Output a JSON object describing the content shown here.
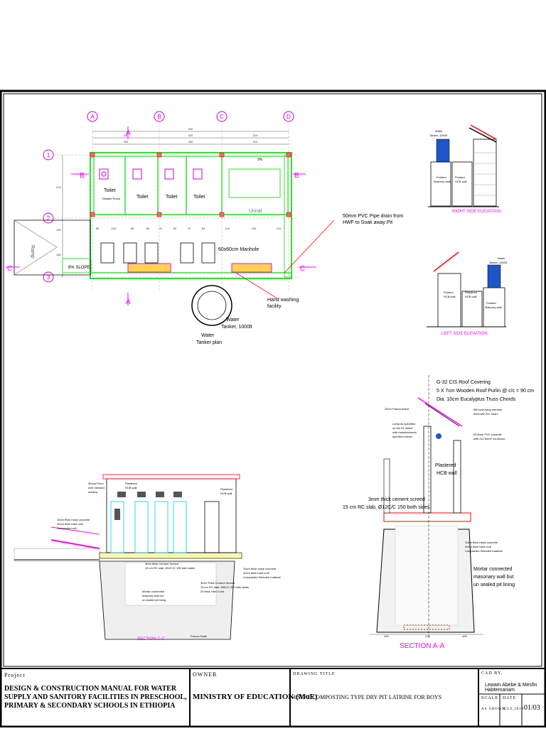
{
  "plan": {
    "grid": {
      "a": "A",
      "b": "B",
      "c": "C",
      "d": "D",
      "one": "1",
      "two": "2",
      "three": "3"
    },
    "section_marks": {
      "a": "A",
      "b": "B",
      "c": "C"
    },
    "dims_top": {
      "row1": [
        "940"
      ],
      "row2": [
        "330",
        "320",
        "310"
      ],
      "row3": [
        "300",
        "280",
        "310"
      ]
    },
    "dims_bottom": [
      "80",
      "150",
      "80",
      "80",
      "70",
      "80",
      "70",
      "80",
      "110",
      "130",
      "115"
    ],
    "dims_left": [
      "375",
      "190",
      "150"
    ],
    "rooms": {
      "toilet1": "Toilet",
      "disable": "Disable Room",
      "toilet2": "Toilet",
      "toilet3": "Toilet",
      "toilet4": "Toilet",
      "urinal": "Urinal"
    },
    "ramp": "Ramp",
    "slope": "8% SLOPE",
    "manhole": "60x60cm Manhole",
    "pipe_note": [
      "50mm PVC Pipe drain from",
      "HWF to Soak away Pit"
    ],
    "hand_wash": [
      "Hand washing",
      "facility"
    ],
    "tanker_label": [
      "Water",
      "Tanker, 1000lt"
    ],
    "tanker_plan": [
      "Water",
      "Tanker plan"
    ],
    "pct": "3%"
  },
  "right_elev": {
    "title": "RIGHT SIDE ELEVATION",
    "tank": [
      "Water",
      "Tanker, 1000lt"
    ],
    "wall1": [
      "Pointed",
      "Masonry wall"
    ],
    "wall2": [
      "Pointed",
      "HCB wall"
    ]
  },
  "left_elev": {
    "title": "LEFT SIDE ELEVATION",
    "tank": [
      "Water",
      "Tanker, 1000lt"
    ],
    "wall1": [
      "Pointed",
      "HCB wall"
    ],
    "wall2": [
      "Plastered",
      "HCB wall"
    ],
    "wall3": [
      "Pointed",
      "Masonry wall"
    ]
  },
  "section_aa": {
    "title": "SECTION A-A",
    "roof": [
      "G-32 CIS Roof Covering",
      "5 X 7cm Wooden  Roof Purlin @ c/c = 90 cm",
      "Dia. 10cm Eucalyptus Truss Chords"
    ],
    "fascia": "20cm Fascia board",
    "lamp": [
      "Lamp as specified",
      "on the EL detail",
      "with manufacturers",
      "specified holder"
    ],
    "truss": [
      "Ø6 truss tying member",
      "fixed with RC beam"
    ],
    "conduit": [
      "Ø13mm PVC conduite",
      "with 2x2.5mm² conductor"
    ],
    "wall": [
      "Plastered",
      "HCB wall"
    ],
    "screed": [
      "3mm thick cement screed",
      "15 cm RC slab, Ø12C/C 150 both sides"
    ],
    "fill": [
      "10cm thick mass concrete",
      "20cm thick hard core",
      "Compacted Selected material"
    ],
    "mortar": [
      "Mortar connected",
      "masonary wall but",
      "un sealed pit lining"
    ],
    "dims": [
      "100",
      "270",
      "100"
    ]
  },
  "section_cc": {
    "title": "SECTION C-C",
    "window": [
      "30cmx70cm",
      "wire meshed",
      "window"
    ],
    "wall1": [
      "Plastered",
      "HCB wall"
    ],
    "wall2": [
      "Plastered",
      "HCB wall"
    ],
    "left_notes": [
      "10cm thick mass concrete",
      "20cm thick hard core",
      "Compacted soil"
    ],
    "screed": [
      "3mm thick Cement Screed",
      "15 cm RC slab, Ø12C/C 150 both sides"
    ],
    "screed2": [
      "3mm Thick Cement Screed",
      "15 cm RC slab, Ø8C/C 200 both sides",
      "20 thick Hard Core"
    ],
    "mortar": [
      "Mortar connected",
      "masonry wall but",
      "un sealed pit lining"
    ],
    "earth": "Porous Earth",
    "right_notes": [
      "10cm thick mass concrete",
      "20cm thick hard core",
      "Compacted Selected material"
    ]
  },
  "title_block": {
    "project_label": "Project",
    "project": "DESIGN & CONSTRUCTION MANUAL FOR WATER SUPPLY AND SANITORY FACILITIES IN PRESCHOOL, PRIMARY & SECONDARY SCHOOLS IN ETHIOPIA",
    "owner_label": "OWNER",
    "owner": "MINISTRY OF EDUCATION (MoE)",
    "drawing_label": "DRAWING TITLE",
    "drawing": "4 SEAT COMPOSTING TYPE DRY PIT LATRINE FOR BOYS",
    "cad_label": "CAD BY.",
    "cad": "Lewam Abebe & Mesfin Habtemariam",
    "scale_label": "SCALE",
    "scale": "AS SHOWN",
    "date_label": "DATE",
    "date": "JULY,2019",
    "sheet": "01/03"
  },
  "colors": {
    "border": "#000000",
    "green": "#33dd33",
    "magenta": "#ff00ff",
    "red": "#ff0000",
    "cyan": "#00ccff",
    "blue": "#0000ff"
  }
}
